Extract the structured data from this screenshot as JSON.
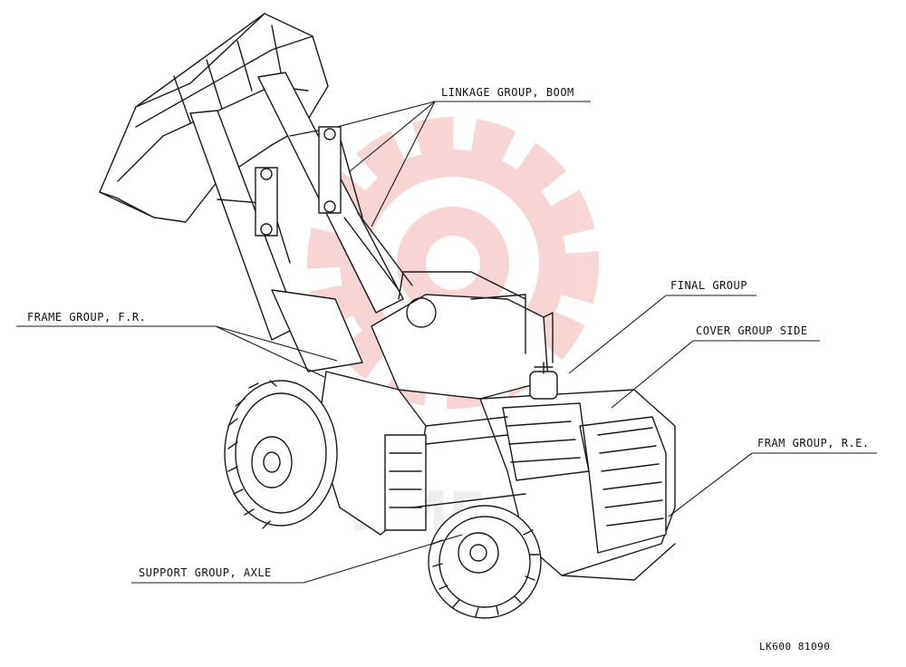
{
  "callouts": {
    "linkage_boom": "LINKAGE GROUP, BOOM",
    "final": "FINAL GROUP",
    "cover_side": "COVER GROUP SIDE",
    "fram_re": "FRAM GROUP, R.E.",
    "frame_fr": "FRAME GROUP, F.R.",
    "support_axle": "SUPPORT GROUP, AXLE"
  },
  "drawing_code": "LK600 81090",
  "colors": {
    "line": "#1a1a1a",
    "watermark": "#f3b4b4"
  },
  "icons": {
    "watermark": "gear-logo-watermark"
  }
}
